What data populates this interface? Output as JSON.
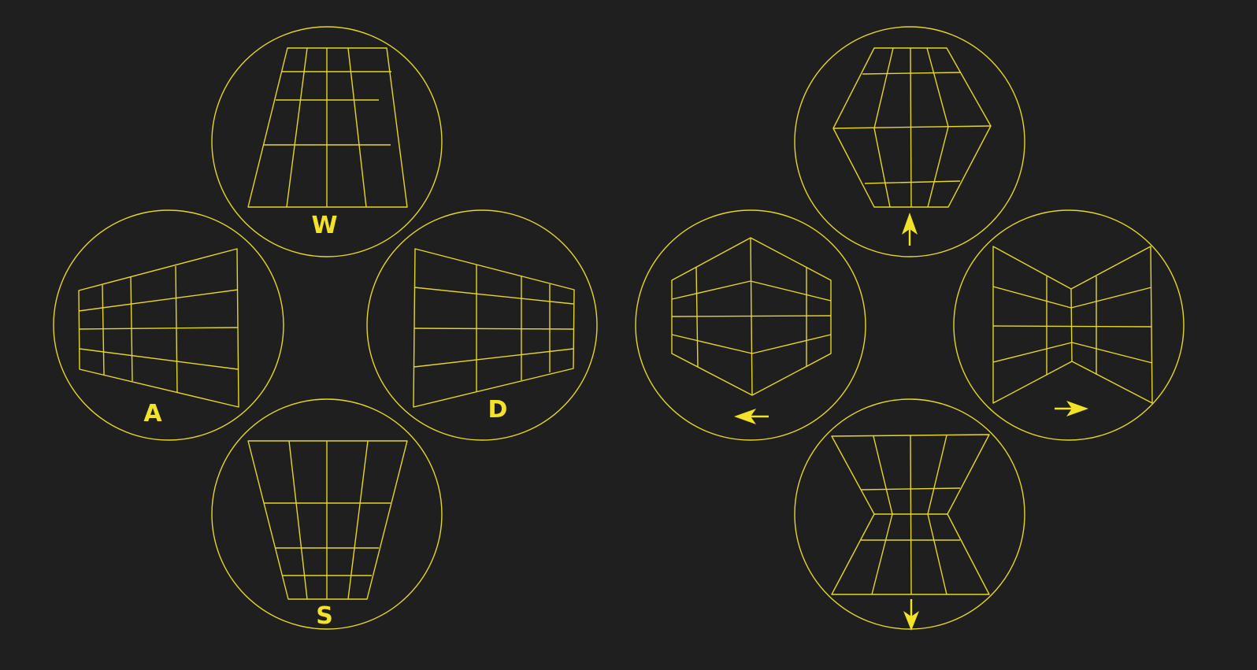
{
  "accent_color": "#f2e22a",
  "background_color": "#1f1f1f",
  "movement_keys": {
    "up": {
      "label": "W",
      "icon": "grid-forward-icon"
    },
    "left": {
      "label": "A",
      "icon": "grid-left-icon"
    },
    "right": {
      "label": "D",
      "icon": "grid-right-icon"
    },
    "down": {
      "label": "S",
      "icon": "grid-backward-icon"
    }
  },
  "arrow_keys": {
    "up": {
      "icon": "arrow-up-icon"
    },
    "left": {
      "icon": "arrow-left-icon"
    },
    "right": {
      "icon": "arrow-right-icon"
    },
    "down": {
      "icon": "arrow-down-icon"
    }
  }
}
